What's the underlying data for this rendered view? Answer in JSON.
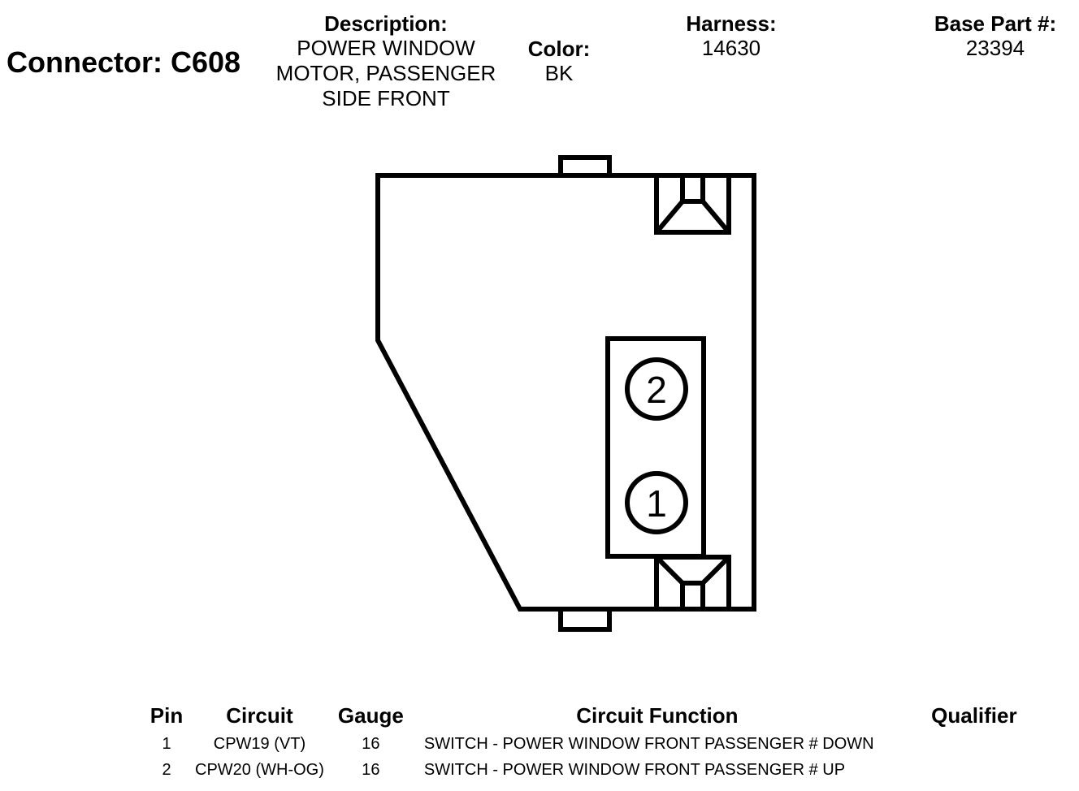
{
  "connector": {
    "title": "Connector: C608"
  },
  "header": {
    "description_label": "Description:",
    "description_lines": [
      "POWER WINDOW",
      "MOTOR, PASSENGER",
      "SIDE FRONT"
    ],
    "color_label": "Color:",
    "color_value": "BK",
    "harness_label": "Harness:",
    "harness_value": "14630",
    "base_part_label": "Base Part #:",
    "base_part_value": "23394"
  },
  "diagram": {
    "pin_labels": [
      "2",
      "1"
    ]
  },
  "pin_table": {
    "headers": [
      "Pin",
      "Circuit",
      "Gauge",
      "Circuit Function",
      "Qualifier"
    ],
    "rows": [
      {
        "pin": "1",
        "circuit": "CPW19 (VT)",
        "gauge": "16",
        "function": "SWITCH - POWER WINDOW FRONT PASSENGER # DOWN",
        "qualifier": ""
      },
      {
        "pin": "2",
        "circuit": "CPW20 (WH-OG)",
        "gauge": "16",
        "function": "SWITCH - POWER WINDOW FRONT PASSENGER # UP",
        "qualifier": ""
      }
    ]
  }
}
